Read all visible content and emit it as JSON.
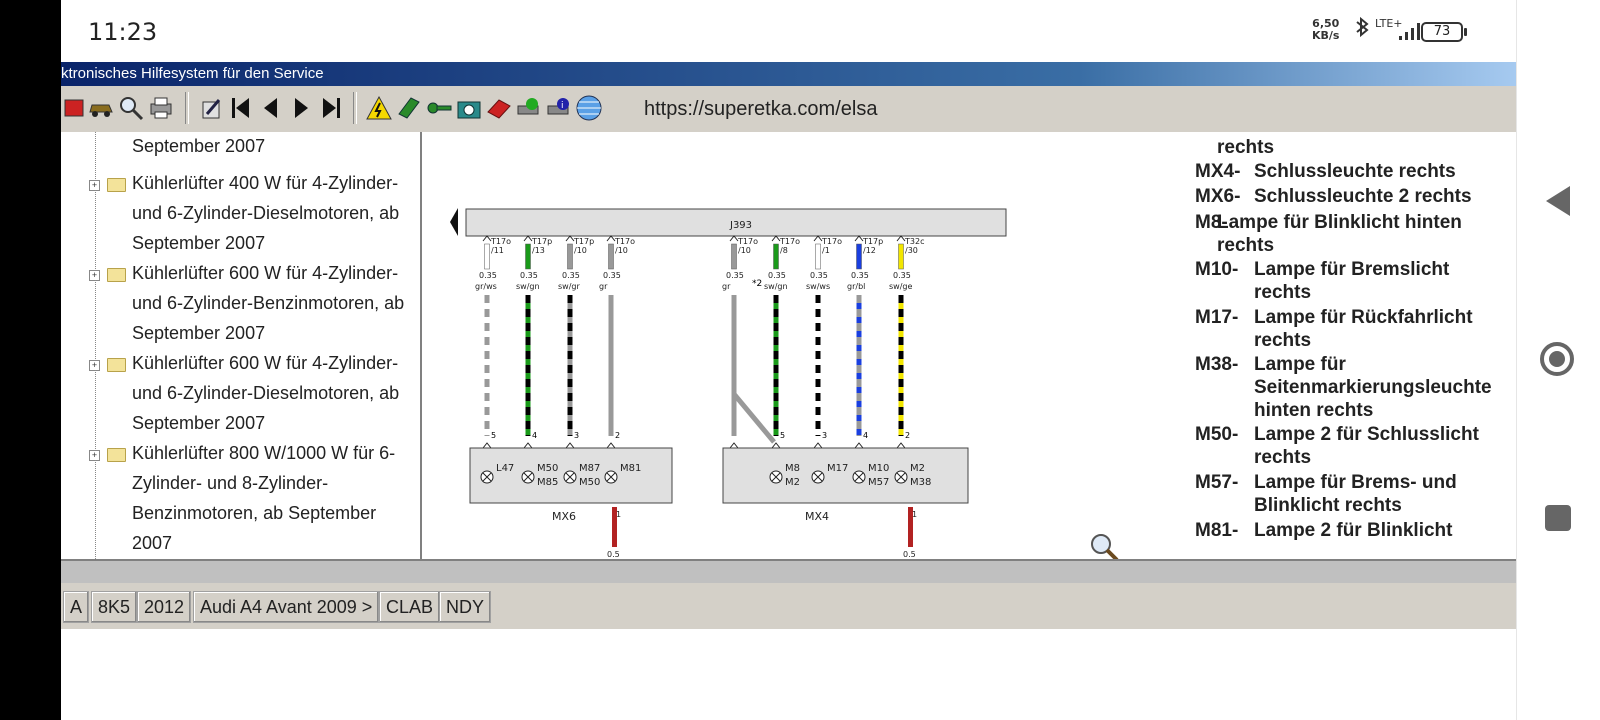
{
  "status": {
    "time": "11:23",
    "speed_value": "6,50",
    "speed_unit": "KB/s",
    "network": "LTE+",
    "battery": "73"
  },
  "app": {
    "title": "ktronisches Hilfesystem für den Service",
    "url": "https://superetka.com/elsa"
  },
  "tree": {
    "top_label": "September 2007",
    "items": [
      {
        "label": "Kühlerlüfter 400 W für 4-Zylinder- und 6-Zylinder-Dieselmotoren, ab September 2007"
      },
      {
        "label": "Kühlerlüfter 600 W für 4-Zylinder- und 6-Zylinder-Benzinmotoren, ab September 2007"
      },
      {
        "label": "Kühlerlüfter 600 W für 4-Zylinder- und 6-Zylinder-Dieselmotoren, ab September 2007"
      },
      {
        "label": "Kühlerlüfter 800 W/1000 W für 6-Zylinder- und 8-Zylinder-Benzinmotoren, ab September 2007"
      }
    ]
  },
  "diagram": {
    "bus_label": "J393",
    "left_connector_label": "MX6",
    "right_connector_label": "MX4",
    "wires": [
      {
        "pin": "T17o /11",
        "size": "0.35",
        "color": "gr/ws",
        "stripe": "#999999",
        "base": "#ffffff"
      },
      {
        "pin": "T17p /13",
        "size": "0.35",
        "color": "sw/gn",
        "stripe": "#000000",
        "base": "#1a9a1a"
      },
      {
        "pin": "T17p /10",
        "size": "0.35",
        "color": "sw/gr",
        "stripe": "#000000",
        "base": "#999999"
      },
      {
        "pin": "T17o /10",
        "size": "0.35",
        "color": "gr",
        "stripe": "#999999",
        "base": "#999999"
      },
      {
        "pin": "T17o /10",
        "size": "0.35",
        "color": "gr",
        "stripe": "#999999",
        "base": "#999999"
      },
      {
        "pin": "T17o /8",
        "size": "0.35",
        "color": "sw/gn",
        "stripe": "#000000",
        "base": "#1a9a1a"
      },
      {
        "pin": "T17o /1",
        "size": "0.35",
        "color": "sw/ws",
        "stripe": "#000000",
        "base": "#ffffff"
      },
      {
        "pin": "T17p /12",
        "size": "0.35",
        "color": "gr/bl",
        "stripe": "#999999",
        "base": "#1a3fe0"
      },
      {
        "pin": "T32c /30",
        "size": "0.35",
        "color": "sw/ge",
        "stripe": "#000000",
        "base": "#f2e600"
      }
    ],
    "left_lamps": [
      "L47",
      "M50 M85",
      "M87 M50",
      "M81"
    ],
    "right_lamps": [
      "M8 M2",
      "M17",
      "M10 M57",
      "M2 M38"
    ],
    "ground_size": "0.5",
    "pin_numbers_left": [
      "5",
      "4",
      "3",
      "2"
    ],
    "pin_numbers_right": [
      "2",
      "4",
      "5",
      "3",
      "4",
      "2"
    ],
    "ground_pin": "1",
    "marker": "*2"
  },
  "legend": {
    "rows": [
      {
        "code": "",
        "text": "rechts"
      },
      {
        "code": "MX4-",
        "text": "Schlussleuchte rechts"
      },
      {
        "code": "MX6-",
        "text": "Schlussleuchte 2 rechts"
      },
      {
        "code": "M8-",
        "text": "Lampe für Blinklicht hinten rechts"
      },
      {
        "code": "M10-",
        "text": "Lampe für Bremslicht rechts"
      },
      {
        "code": "M17-",
        "text": "Lampe für Rückfahrlicht rechts"
      },
      {
        "code": "M38-",
        "text": "Lampe für Seitenmarkierungsleuchte hinten rechts"
      },
      {
        "code": "M50-",
        "text": "Lampe 2 für Schlusslicht rechts"
      },
      {
        "code": "M57-",
        "text": "Lampe für Brems- und Blinklicht rechts"
      },
      {
        "code": "M81-",
        "text": "Lampe 2 für Blinklicht"
      }
    ]
  },
  "bottom_chips": [
    "A",
    "8K5",
    "2012",
    "Audi A4 Avant 2009 >",
    "CLAB",
    "NDY"
  ],
  "colors": {
    "title_bar_start": "#0a246a",
    "title_bar_end": "#a6caf0",
    "toolbar_bg": "#d4d0c8",
    "ground_wire": "#b22222"
  }
}
